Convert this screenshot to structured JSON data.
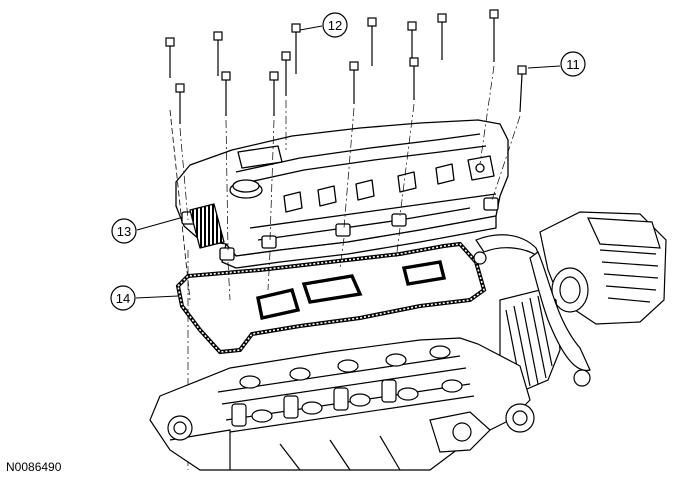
{
  "figure": {
    "reference_code": "N0086490"
  },
  "callouts": [
    {
      "id": "c11",
      "label": "11"
    },
    {
      "id": "c12",
      "label": "12"
    },
    {
      "id": "c13",
      "label": "13"
    },
    {
      "id": "c14",
      "label": "14"
    }
  ]
}
